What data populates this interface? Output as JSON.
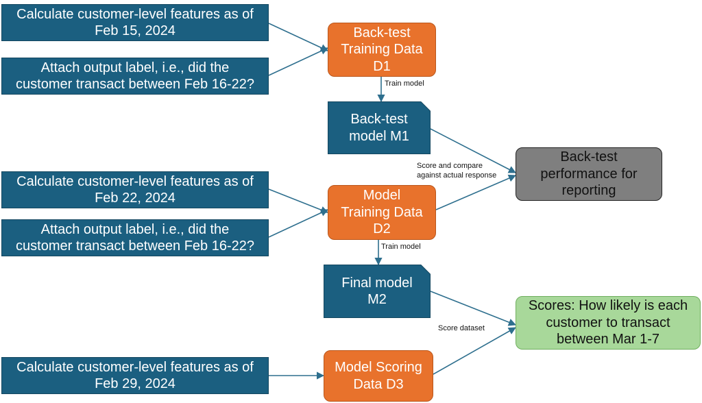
{
  "colors": {
    "input_box": "#1b5f80",
    "data_box": "#e8722c",
    "model_box": "#1b5f80",
    "performance_box": "#7f7f7f",
    "scores_box": "#a8d89a",
    "arrow": "#2e6f8e"
  },
  "inputs": {
    "features_feb15": "Calculate customer-level features as of\nFeb 15, 2024",
    "label_1": "Attach output label, i.e., did the\ncustomer transact between Feb 16-22?",
    "features_feb22": "Calculate customer-level features as of\nFeb 22, 2024",
    "label_2": "Attach output label, i.e., did the\ncustomer transact between Feb 16-22?",
    "features_feb29": "Calculate customer-level features as of\nFeb 29, 2024"
  },
  "data_nodes": {
    "d1": "Back-test\nTraining Data\nD1",
    "d2": "Model\nTraining Data\nD2",
    "d3": "Model Scoring\nData D3"
  },
  "models": {
    "m1": "Back-test\nmodel M1",
    "m2": "Final model\nM2"
  },
  "outputs": {
    "performance": "Back-test\nperformance for\nreporting",
    "scores": "Scores: How likely is each\ncustomer to transact\nbetween Mar 1-7"
  },
  "edge_labels": {
    "train_1": "Train model",
    "train_2": "Train model",
    "score_compare": "Score and compare\nagainst actual response",
    "score_dataset": "Score dataset"
  }
}
